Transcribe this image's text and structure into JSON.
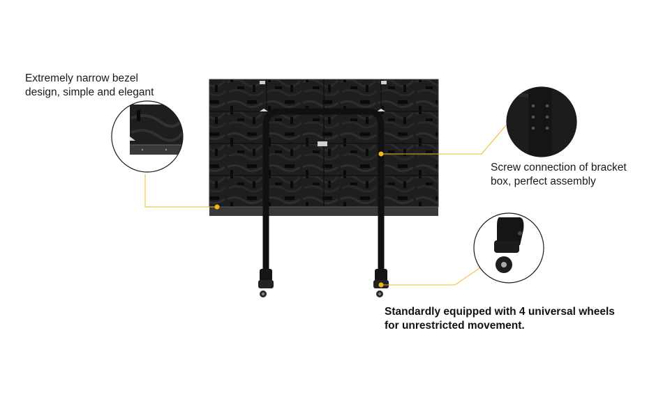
{
  "callouts": {
    "bezel": {
      "line1": "Extremely narrow bezel",
      "line2": "design, simple and elegant"
    },
    "screw": {
      "line1": "Screw connection of bracket",
      "line2": "box, perfect assembly"
    },
    "wheels": {
      "line1": "Standardly equipped with 4 universal wheels",
      "line2": "for unrestricted movement."
    }
  },
  "colors": {
    "accent": "#f2b81c",
    "panel": "#1c1c1c",
    "frame": "#111111"
  }
}
